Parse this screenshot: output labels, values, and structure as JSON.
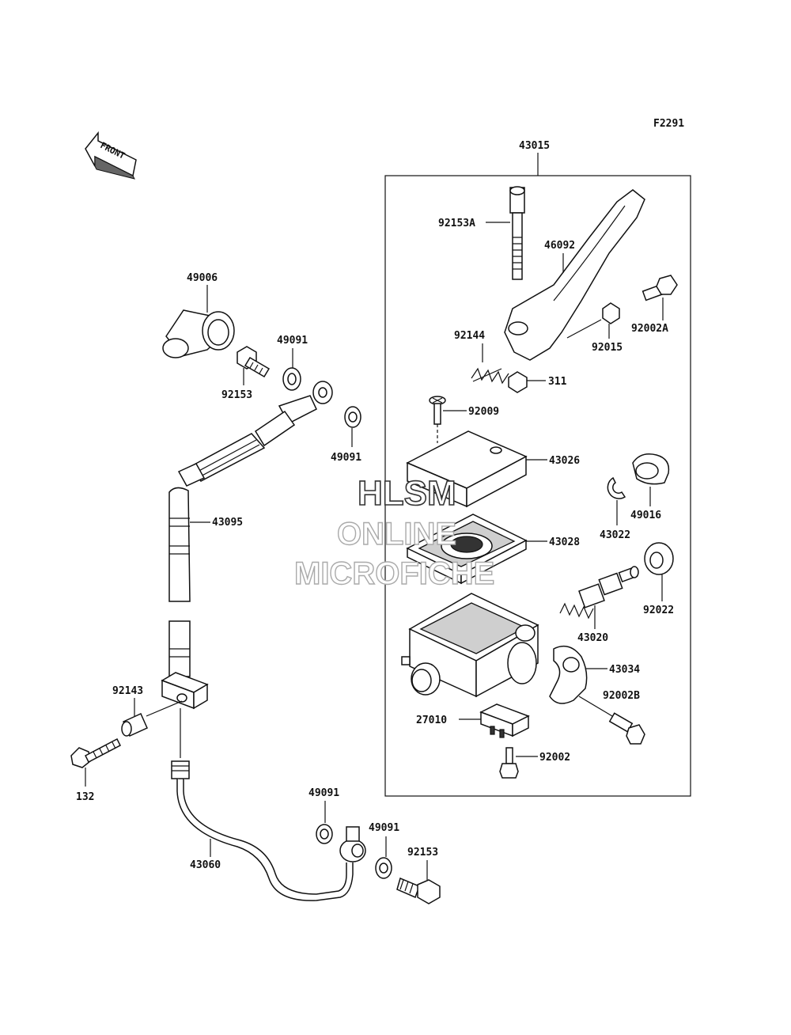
{
  "figure_code": "F2291",
  "front_arrow": "FRONT",
  "watermark": [
    "HLSM",
    "ONLINE",
    "MICROFICHE"
  ],
  "labels": {
    "p43015": "43015",
    "p92153A": "92153A",
    "p46092": "46092",
    "p92002A": "92002A",
    "p92144": "92144",
    "p92015": "92015",
    "p311": "311",
    "p92009": "92009",
    "p43026": "43026",
    "p49016": "49016",
    "p43022": "43022",
    "p43028": "43028",
    "p92022": "92022",
    "p43020": "43020",
    "p43034": "43034",
    "p92002B": "92002B",
    "p27010": "27010",
    "p92002": "92002",
    "p49006": "49006",
    "p49091_a": "49091",
    "p92153_a": "92153",
    "p49091_b": "49091",
    "p43095": "43095",
    "p92143": "92143",
    "p132": "132",
    "p49091_c": "49091",
    "p49091_d": "49091",
    "p92153_b": "92153",
    "p43060": "43060"
  }
}
